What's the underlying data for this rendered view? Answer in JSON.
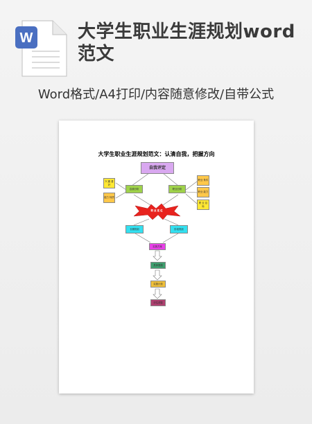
{
  "header": {
    "title": "大学生职业生涯规划word范文",
    "subtitle": "Word格式/A4打印/内容随意修改/自带公式",
    "icon": "word-document-icon",
    "icon_badge": "W",
    "accent_color": "#4a6fc1"
  },
  "document": {
    "title": "大学生职业生涯规划范文：认清自我，把握方向",
    "flowchart": {
      "self_evaluation": "自我评定",
      "self_analysis": "自我分析",
      "career_analysis": "职业分析",
      "interest_hobby": "兴 趣 爱 好",
      "ability_traits": "能力 特质",
      "career_conditions": "职业 条件",
      "career_ability": "职业 能力",
      "career_goal": "职 业 目 标",
      "positioning": "职 业 定 位",
      "plan_left": "长期规划",
      "plan_right": "阶段规划",
      "step_1": "实施方案",
      "step_2": "具体措施",
      "step_3": "实施计划",
      "step_4": "评估调整"
    }
  }
}
